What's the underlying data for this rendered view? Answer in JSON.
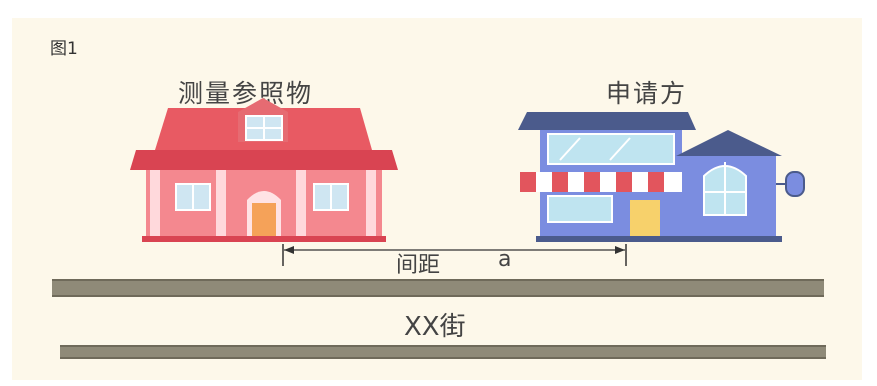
{
  "figure_label": "图1",
  "reference_label": "测量参照物",
  "applicant_label": "申请方",
  "distance_label": "间距",
  "distance_variable": "a",
  "street_name": "XX街"
}
